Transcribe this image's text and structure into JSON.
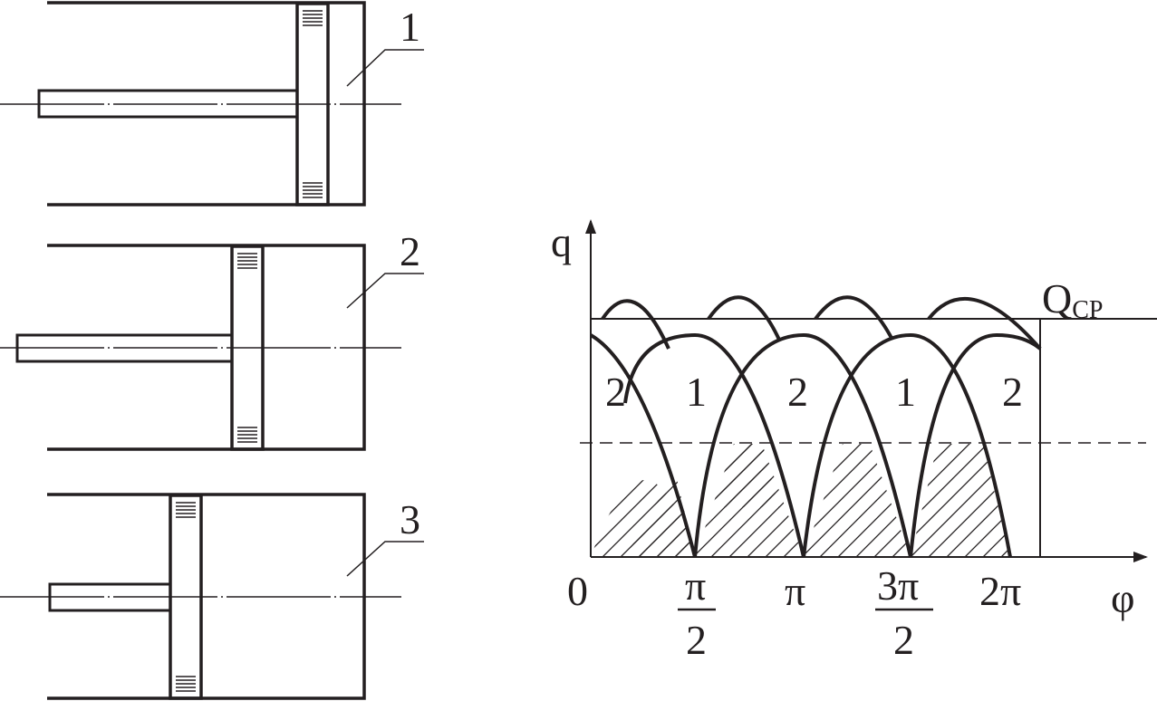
{
  "callouts": {
    "one": "1",
    "two": "2",
    "three": "3"
  },
  "axes": {
    "y_label": "q",
    "x_label": "φ",
    "mean_main": "Q",
    "mean_sub": "CP"
  },
  "ticks": {
    "zero": "0",
    "half_pi_num": "π",
    "half_pi_den": "2",
    "pi": "π",
    "three_half_pi_num": "3π",
    "three_half_pi_den": "2",
    "two_pi": "2π"
  },
  "curve_labels": [
    "2",
    "1",
    "2",
    "1",
    "2"
  ],
  "colors": {
    "ink": "#231f20"
  }
}
